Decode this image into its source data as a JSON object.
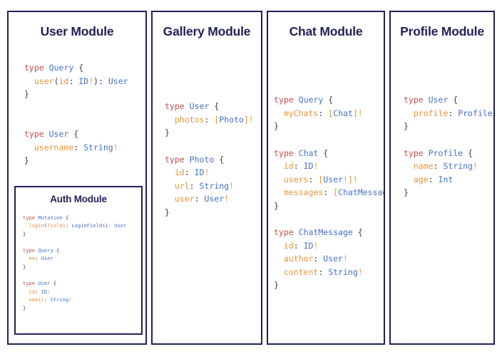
{
  "page": {
    "background": "#ffffff",
    "border_color": "#1f2156",
    "title_color": "#1f2156"
  },
  "palette": {
    "keyword": "#c0504d",
    "type": "#4472c4",
    "field": "#e8943a",
    "punctuation": "#3b3b52"
  },
  "modules": [
    {
      "title": "User Module",
      "code": "type Query {\n  user(id: ID!): User\n}\n\n\ntype User {\n  username: String!\n}",
      "sub_module": {
        "title": "Auth Module",
        "code": "type Mutation {\n  login(fields: LoginFields): User\n}\n\ntype Query {\n  me: User\n}\n\ntype User {\n  id: ID!\n  email: String!\n}"
      }
    },
    {
      "title": "Gallery Module",
      "code": "type User {\n  photos: [Photo]!\n}\n\ntype Photo {\n  id: ID!\n  url: String!\n  user: User!\n}"
    },
    {
      "title": "Chat Module",
      "code": "type Query {\n  myChats: [Chat]!\n}\n\ntype Chat {\n  id: ID!\n  users: [User!]!\n  messages: [ChatMessage]!\n}\n\ntype ChatMessage {\n  id: ID!\n  author: User!\n  content: String!\n}"
    },
    {
      "title": "Profile Module",
      "code": "type User {\n  profile: Profile!\n}\n\ntype Profile {\n  name: String!\n  age: Int\n}"
    }
  ]
}
